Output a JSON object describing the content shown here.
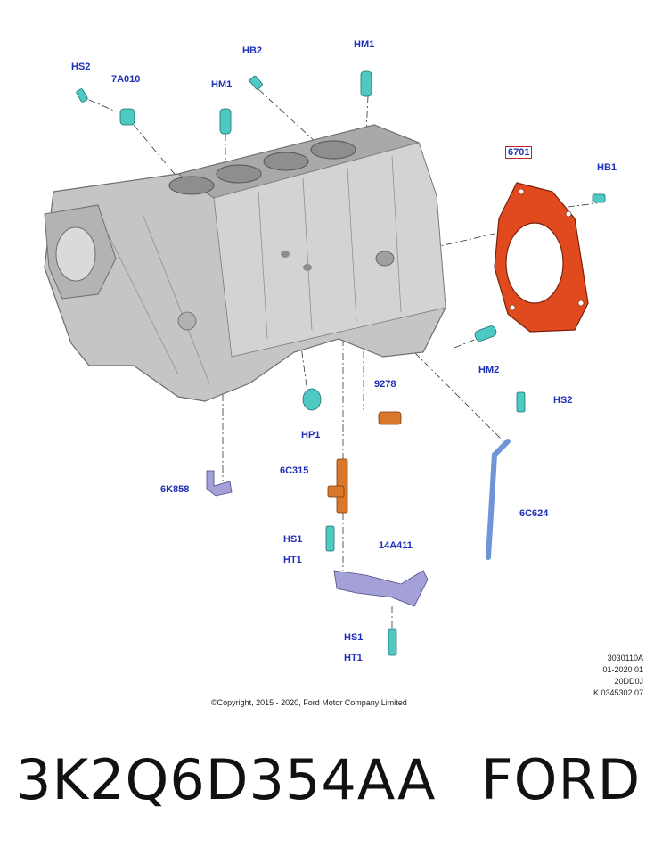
{
  "callouts": {
    "hs2_top": "HS2",
    "part_7a010": "7A010",
    "hm1_left": "HM1",
    "hb2": "HB2",
    "hm1_right": "HM1",
    "part_6701": "6701",
    "hb1": "HB1",
    "hm2": "HM2",
    "part_9278": "9278",
    "hp1": "HP1",
    "hs2_right": "HS2",
    "part_6c315": "6C315",
    "part_6k858": "6K858",
    "part_6c624": "6C624",
    "hs1_mid": "HS1",
    "ht1_mid": "HT1",
    "part_14a411": "14A411",
    "hs1_low": "HS1",
    "ht1_low": "HT1"
  },
  "copyright": "©Copyright, 2015 - 2020, Ford Motor Company Limited",
  "ref_codes": [
    "3030110A",
    "01-2020 01",
    "20DD0J",
    "K 0345302 07"
  ],
  "part_number": "3K2Q6D354AA",
  "brand": "FORD",
  "colors": {
    "label_blue": "#1d2fb8",
    "seal_red": "#e04a1e",
    "fastener_teal": "#4fc9c4",
    "sensor_orange": "#d9772a",
    "dipstick_blue": "#6f95d6",
    "bracket_lavender": "#a4a0d8",
    "engine_gray": "#b9babb"
  },
  "icons": [
    "engine-block-illustration",
    "rear-seal-retainer-illustration",
    "bolt-illustration",
    "dowel-pin-illustration",
    "sensor-illustration",
    "dipstick-tube-illustration",
    "bracket-illustration",
    "plug-illustration"
  ]
}
